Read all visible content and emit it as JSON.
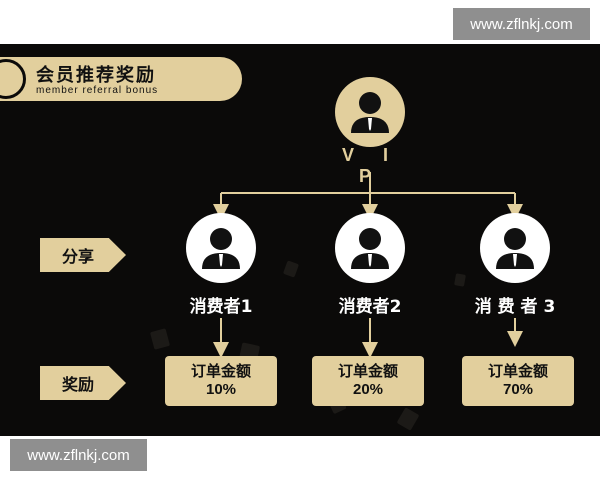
{
  "watermark": {
    "text": "www.zflnkj.com"
  },
  "header": {
    "title": "会员推荐奖励",
    "subtitle": "member referral bonus"
  },
  "vip": {
    "label": "V I P"
  },
  "row_tags": {
    "share": "分享",
    "reward": "奖励"
  },
  "consumers": [
    {
      "label": "消费者1",
      "reward_title": "订单金额",
      "reward_pct": "10%"
    },
    {
      "label": "消费者2",
      "reward_title": "订单金额",
      "reward_pct": "20%"
    },
    {
      "label": "消 费 者 3",
      "reward_title": "订单金额",
      "reward_pct": "70%"
    }
  ],
  "colors": {
    "gold": "#e2cf9d",
    "background": "#0b0a09",
    "watermark_bg": "#8f8f8f"
  }
}
